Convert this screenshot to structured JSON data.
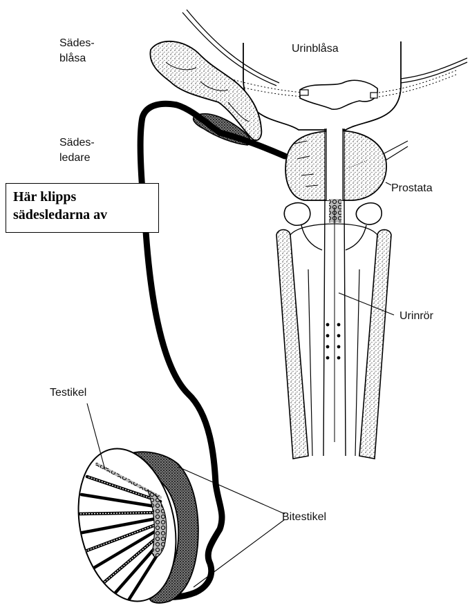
{
  "labels": {
    "seminal_vesicle": [
      "Sädes-",
      "blåsa"
    ],
    "bladder": "Urinblåsa",
    "vas_deferens": [
      "Sädes-",
      "ledare"
    ],
    "prostate": "Prostata",
    "urethra": "Urinrör",
    "testis": "Testikel",
    "epididymis": "Bitestikel"
  },
  "callout": {
    "line1": "Här klipps",
    "line2": "sädesledarna av"
  }
}
